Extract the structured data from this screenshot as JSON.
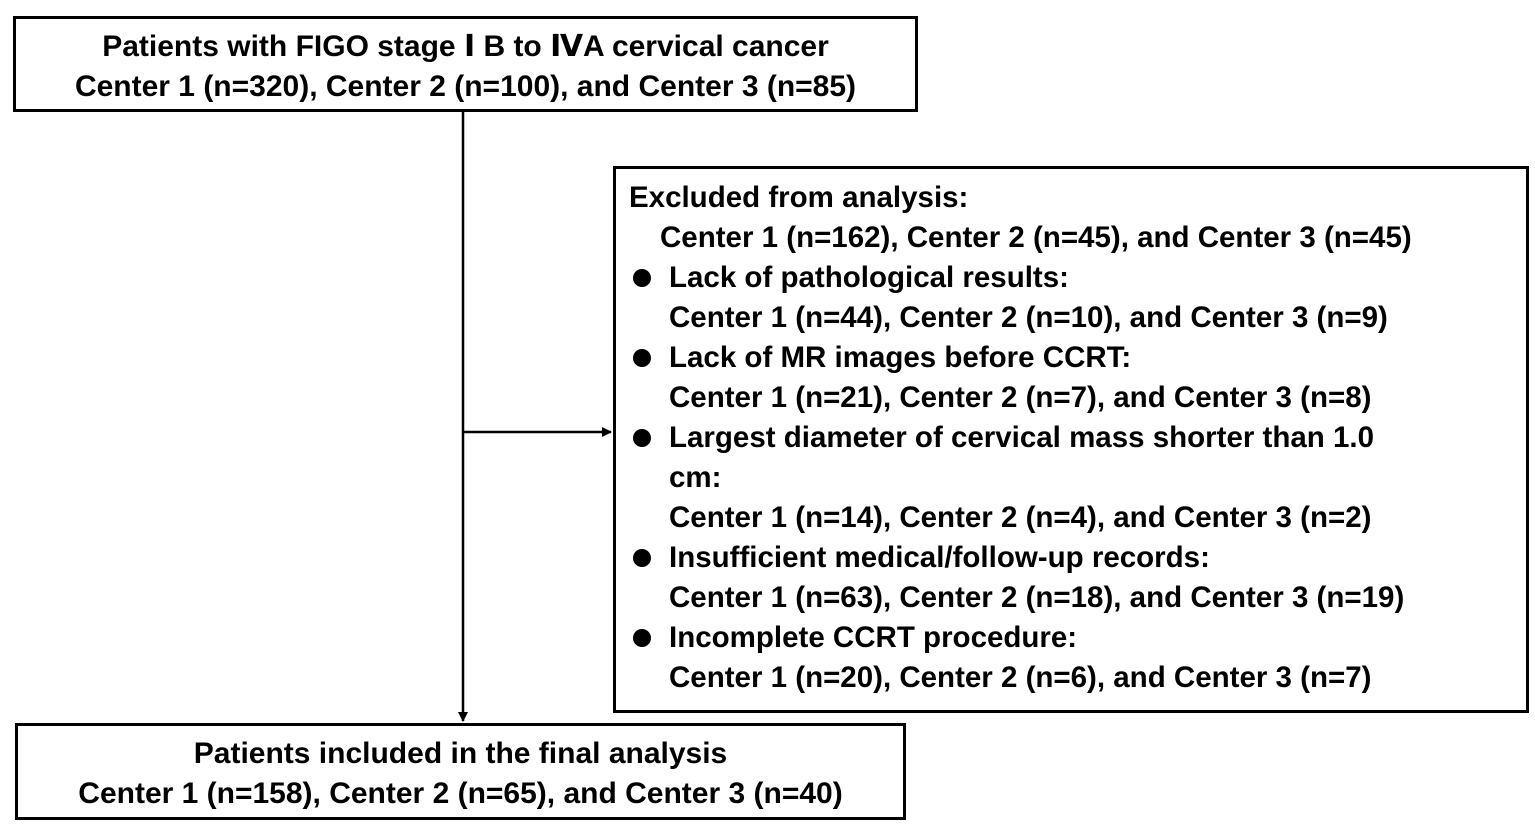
{
  "top_box": {
    "line1": "Patients with FIGO stage Ⅰ B to ⅣA cervical cancer",
    "line2": "Center 1 (n=320), Center 2 (n=100), and Center 3 (n=85)"
  },
  "excluded_box": {
    "title": "Excluded from analysis:",
    "summary": "Center 1 (n=162), Center 2 (n=45), and Center 3 (n=45)",
    "reasons": [
      {
        "label": "Lack of pathological results:",
        "counts": "Center 1 (n=44), Center 2 (n=10), and Center 3 (n=9)"
      },
      {
        "label": "Lack of MR images before CCRT:",
        "counts": "Center 1 (n=21), Center 2 (n=7), and Center 3 (n=8)"
      },
      {
        "label": "Largest diameter of cervical mass shorter than 1.0",
        "label_cont": "cm:",
        "counts": "Center 1 (n=14), Center 2 (n=4), and Center 3 (n=2)"
      },
      {
        "label": "Insufficient medical/follow-up records:",
        "counts": "Center 1 (n=63), Center 2 (n=18), and Center 3 (n=19)"
      },
      {
        "label": "Incomplete CCRT procedure:",
        "counts": "Center 1 (n=20), Center 2 (n=6), and Center 3 (n=7)"
      }
    ]
  },
  "bottom_box": {
    "line1": "Patients included in the final analysis",
    "line2": "Center 1 (n=158), Center 2 (n=65), and Center 3 (n=40)"
  }
}
